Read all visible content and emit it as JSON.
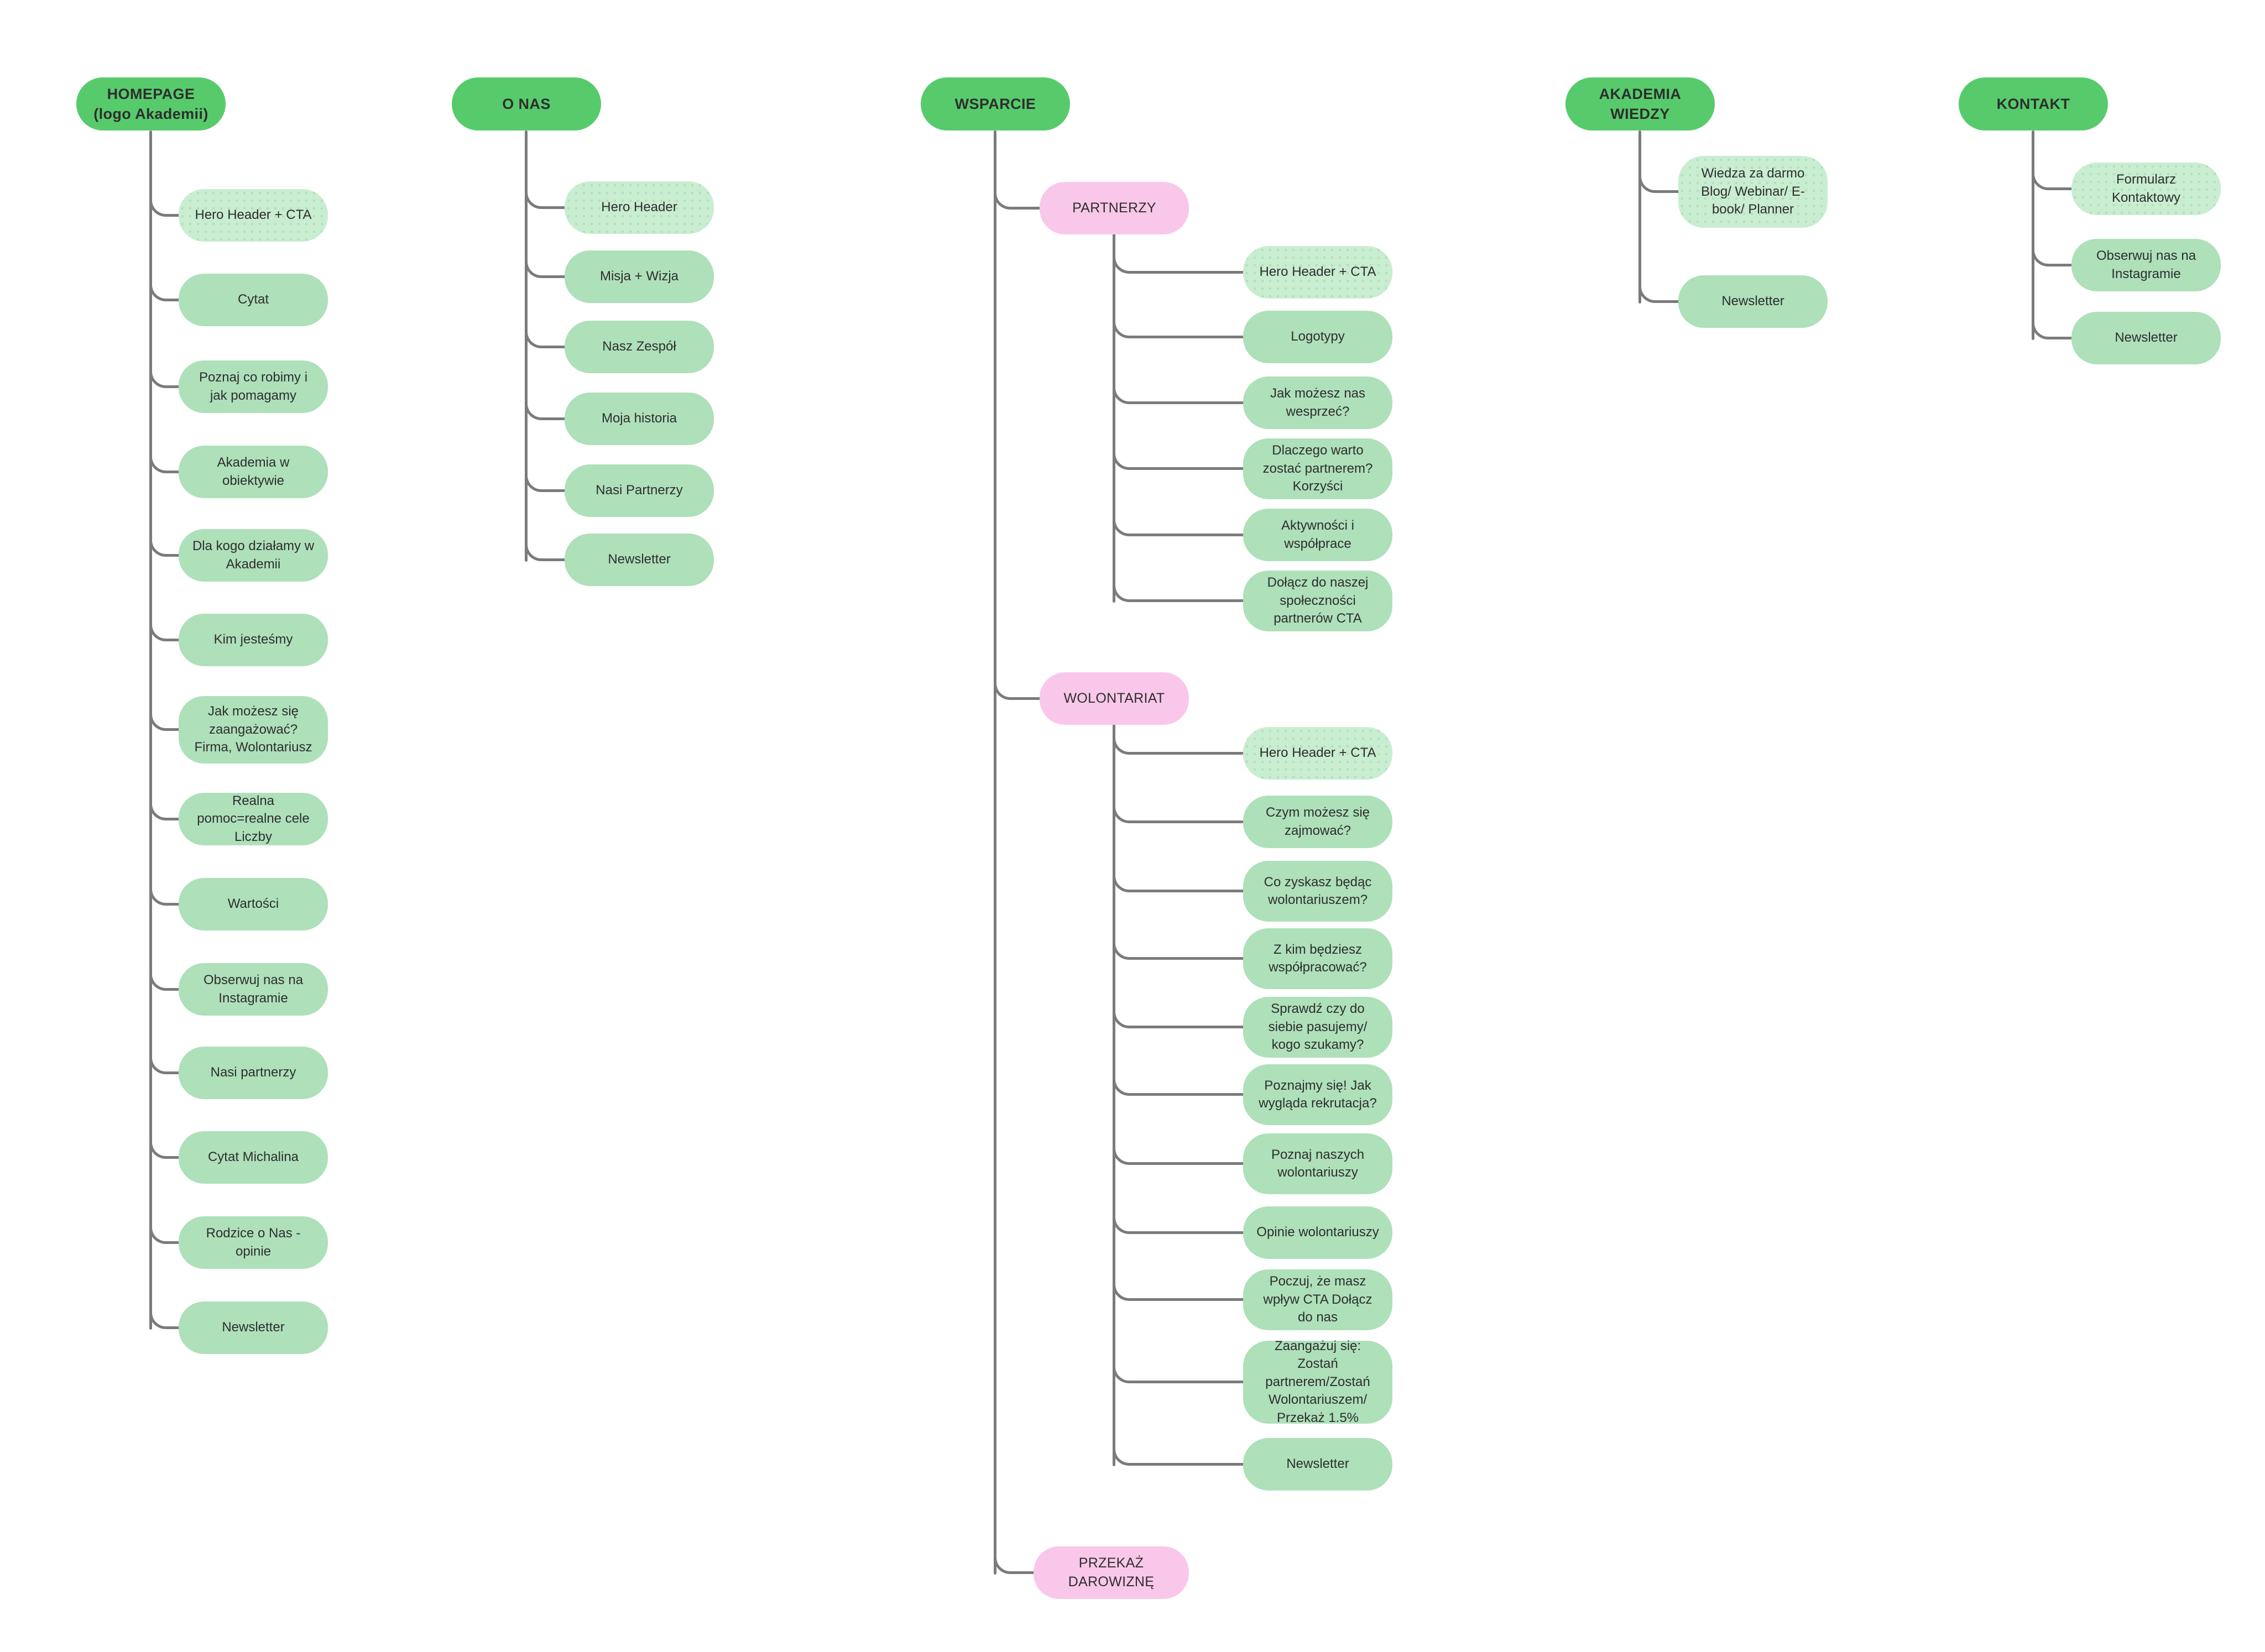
{
  "palette": {
    "header_green": "#57cb6c",
    "leaf_green": "#aee0ba",
    "leaf_green_light": "#c9edd0",
    "pink": "#f9c7ea",
    "connector_gray": "#7b7b7b",
    "text_dark": "#2e2e2e",
    "background": "#ffffff"
  },
  "trees": [
    {
      "header": {
        "label": "HOMEPAGE",
        "sublabel": "(logo Akademii)"
      },
      "children": [
        {
          "label": "Hero Header + CTA"
        },
        {
          "label": "Cytat"
        },
        {
          "label": "Poznaj co robimy i jak pomagamy"
        },
        {
          "label": "Akademia w obiektywie"
        },
        {
          "label": "Dla kogo działamy w Akademii"
        },
        {
          "label": "Kim jesteśmy"
        },
        {
          "label": "Jak możesz się zaangażować? Firma, Wolontariusz"
        },
        {
          "label": "Realna pomoc=realne cele Liczby"
        },
        {
          "label": "Wartości"
        },
        {
          "label": "Obserwuj nas na Instagramie"
        },
        {
          "label": "Nasi partnerzy"
        },
        {
          "label": "Cytat Michalina"
        },
        {
          "label": "Rodzice o Nas - opinie"
        },
        {
          "label": "Newsletter"
        }
      ]
    },
    {
      "header": {
        "label": "O NAS"
      },
      "children": [
        {
          "label": "Hero Header"
        },
        {
          "label": "Misja + Wizja"
        },
        {
          "label": "Nasz Zespół"
        },
        {
          "label": "Moja historia"
        },
        {
          "label": "Nasi Partnerzy"
        },
        {
          "label": "Newsletter"
        }
      ]
    },
    {
      "header": {
        "label": "WSPARCIE"
      },
      "children": [
        {
          "label": "PARTNERZY",
          "children": [
            {
              "label": "Hero Header + CTA"
            },
            {
              "label": "Logotypy"
            },
            {
              "label": "Jak możesz nas wesprzeć?"
            },
            {
              "label": "Dlaczego warto zostać partnerem? Korzyści"
            },
            {
              "label": "Aktywności i współprace"
            },
            {
              "label": "Dołącz do naszej społeczności partnerów CTA"
            }
          ]
        },
        {
          "label": "WOLONTARIAT",
          "children": [
            {
              "label": "Hero Header + CTA"
            },
            {
              "label": "Czym możesz się zajmować?"
            },
            {
              "label": "Co zyskasz będąc wolontariuszem?"
            },
            {
              "label": "Z kim będziesz współpracować?"
            },
            {
              "label": "Sprawdź czy do siebie pasujemy/ kogo szukamy?"
            },
            {
              "label": "Poznajmy się! Jak wygląda rekrutacja?"
            },
            {
              "label": "Poznaj naszych wolontariuszy"
            },
            {
              "label": "Opinie wolontariuszy"
            },
            {
              "label": "Poczuj, że masz wpływ CTA Dołącz do nas"
            },
            {
              "label": "Zaangażuj się: Zostań partnerem/Zostań Wolontariuszem/ Przekaż 1.5%"
            },
            {
              "label": "Newsletter"
            }
          ]
        },
        {
          "label": "PRZEKAŻ DAROWIZNĘ"
        }
      ]
    },
    {
      "header": {
        "label": "AKADEMIA WIEDZY"
      },
      "children": [
        {
          "label": "Wiedza za darmo Blog/ Webinar/ E-book/ Planner"
        },
        {
          "label": "Newsletter"
        }
      ]
    },
    {
      "header": {
        "label": "KONTAKT"
      },
      "children": [
        {
          "label": "Formularz Kontaktowy"
        },
        {
          "label": "Obserwuj nas na Instagramie"
        },
        {
          "label": "Newsletter"
        }
      ]
    }
  ]
}
